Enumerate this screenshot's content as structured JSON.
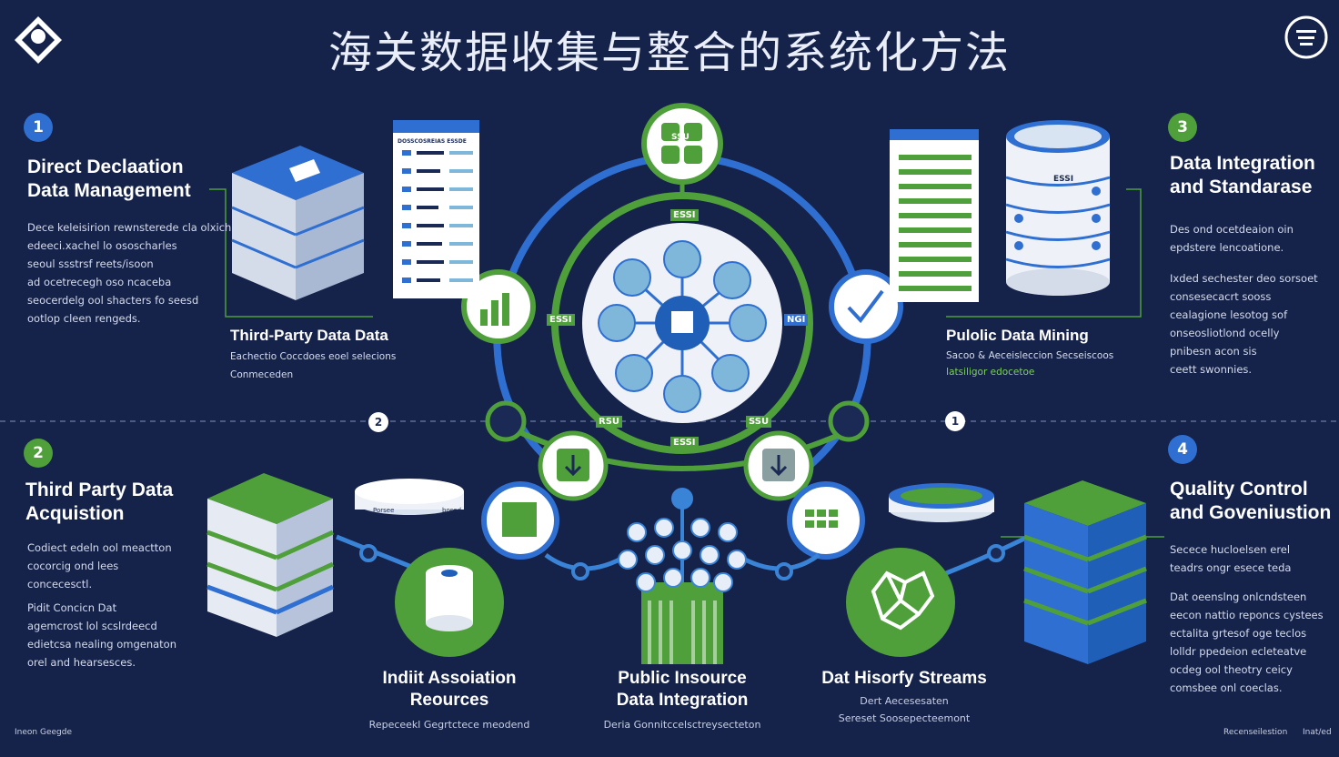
{
  "title": "海关数据收集与整合的系统化方法",
  "sections": [
    {
      "num": "1",
      "title": [
        "Direct Declaation",
        "Data Management"
      ],
      "desc": [
        "Dece keleisirion rewnsterede cla olxich",
        "edeeci.xachel lo ososcharles",
        "seoul ssstrsf reets/isoon",
        "ad ocetrecegh oso ncaceba",
        "seocerdelg ool shacters fo seesd",
        "ootlop cleen rengeds."
      ]
    },
    {
      "num": "3",
      "title": [
        "Data Integration",
        "and Standarase"
      ],
      "desc": [
        "Des ond ocetdeaion oin",
        "epdstere lencoatione.",
        "",
        "Ixded sechester deo sorsoet",
        "consesecacrt sooss",
        "cealagione lesotog sof",
        "onseosliotlond ocelly",
        "pnibesn acon sis",
        "ceett swonnies."
      ]
    },
    {
      "num": "2",
      "title": [
        "Third Party Data",
        "Acquistion"
      ],
      "desc": [
        "Codiect edeln ool meactton",
        "cocorcig ond lees",
        "concecesctl.",
        "Pidit Concicn Dat",
        "agemcrost lol scslrdeecd",
        "edietcsa nealing omgenaton",
        "orel and hearsesces."
      ]
    },
    {
      "num": "4",
      "title": [
        "Quality Control",
        "and Goveniustion"
      ],
      "desc": [
        "Secece hucloelsen erel",
        "teadrs ongr esece teda",
        "",
        "Dat oeenslng onlcndsteen",
        "eecon nattio reponcs cystees",
        "ectalita grtesof oge teclos",
        "lolldr ppedeion ecleteatve",
        "ocdeg ool theotry ceicy",
        "comsbee onl coeclas."
      ]
    }
  ],
  "labels": {
    "third_party": {
      "title": "Third-Party Data Data",
      "sub": [
        "Eachectio Coccdoes eoel selecions",
        "Conmeceden"
      ]
    },
    "public_mining": {
      "title": "Pulolic Data Mining",
      "sub": [
        "Sacoo & Aeceisleccion Secseiscoos",
        "Iatsiligor edocetoe"
      ]
    },
    "indirect": {
      "title": [
        "Indiit Assoiation",
        "Reources"
      ],
      "sub": "Repeceekl Gegrtctece meodend"
    },
    "public_resource": {
      "title": [
        "Public Insource",
        "Data Integration"
      ],
      "sub": "Deria Gonnitccelsctreysecteton"
    },
    "history": {
      "title": "Dat Hisorfy Streams",
      "sub": [
        "Dert Aecesesaten",
        "Sereset Soosepecteemont"
      ]
    }
  },
  "ring_tags": [
    "ESSI",
    "NGI",
    "ESSI",
    "RSU",
    "SSU",
    "ESSI",
    "SSU"
  ],
  "small_badges": [
    "2",
    "1"
  ],
  "panel_header": "DOSSCOSREIAS ESSDE",
  "db_tags": [
    "Porsee",
    "bosed"
  ],
  "top_tag": "ESSI",
  "footer": {
    "left": "Ineon Geegde",
    "right_a": "Recenseilestion",
    "right_b": "Inat/ed"
  },
  "colors": {
    "bg": "#15224a",
    "blue": "#2f6fd1",
    "green": "#4f9f3b",
    "light": "#e9eef9"
  }
}
